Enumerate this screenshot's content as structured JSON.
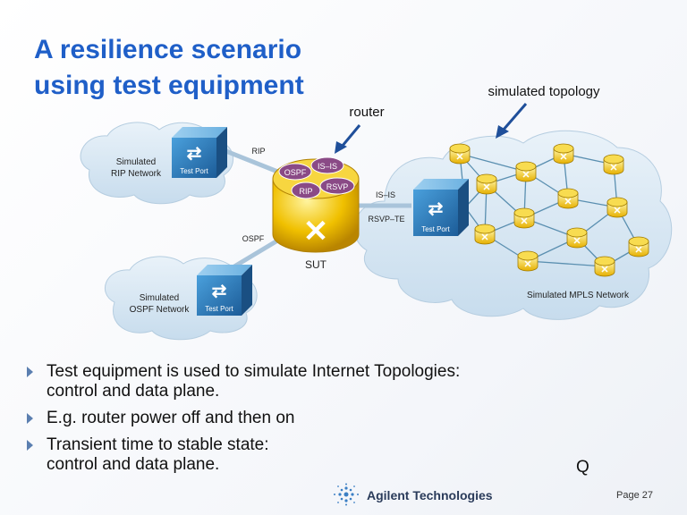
{
  "slide": {
    "title_line1": "A resilience scenario",
    "title_line2": "using test equipment",
    "page_label": "Page 27",
    "stray_char": "Q"
  },
  "diagram": {
    "callout_router": "router",
    "callout_topology": "simulated topology",
    "rip_cloud_line1": "Simulated",
    "rip_cloud_line2": "RIP Network",
    "ospf_cloud_line1": "Simulated",
    "ospf_cloud_line2": "OSPF Network",
    "mpls_cloud_label": "Simulated MPLS Network",
    "test_port_label": "Test Port",
    "link_rip": "RIP",
    "link_ospf": "OSPF",
    "link_isis": "IS–IS",
    "link_rsvpte": "RSVP–TE",
    "sut_label": "SUT",
    "proto_ospf": "OSPF",
    "proto_isis": "IS–IS",
    "proto_rip": "RIP",
    "proto_rsvp": "RSVP"
  },
  "bullets": [
    "Test equipment is used to simulate Internet Topologies:\ncontrol and data plane.",
    "E.g. router power off and then on",
    "Transient time to stable state:\n control and data plane."
  ],
  "footer": {
    "brand": "Agilent Technologies",
    "logo_icon": "agilent-spark-icon"
  },
  "colors": {
    "title": "#1f5fc8",
    "router_gold": "#e8b400",
    "proto_purple": "#8a4a86",
    "test_port_blue": "#2a76b8",
    "cloud_blue": "#d6e6f2"
  }
}
